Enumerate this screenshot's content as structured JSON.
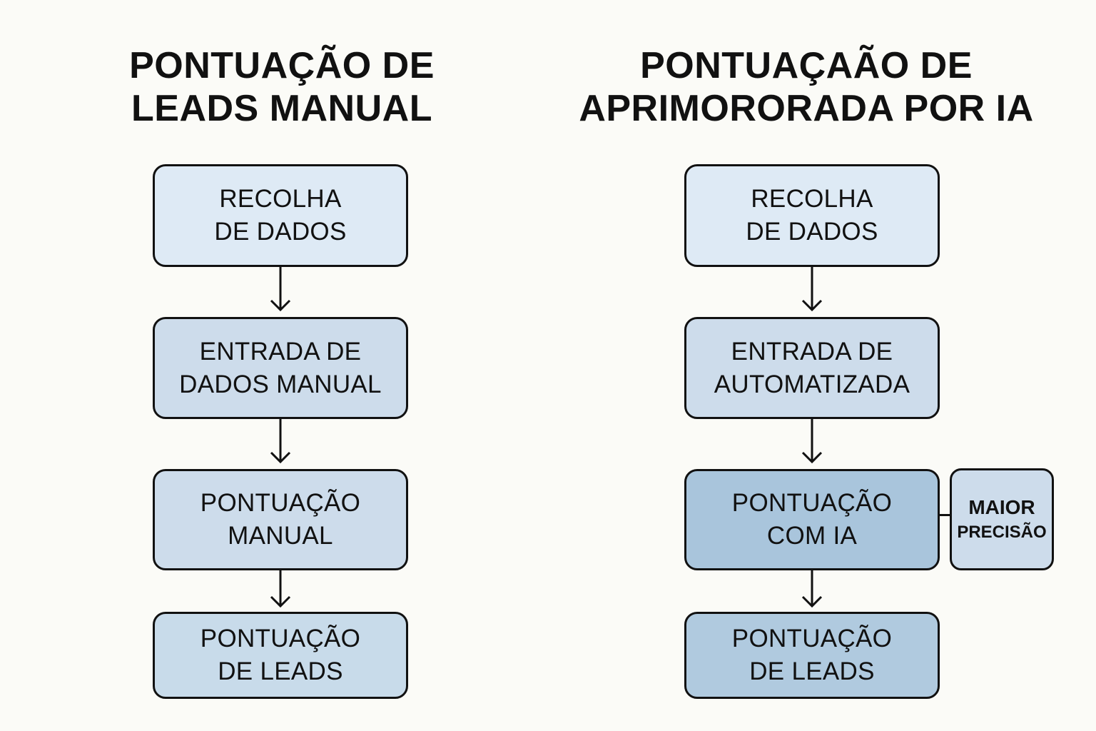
{
  "colors": {
    "background": "#fbfbf7",
    "stroke": "#111111",
    "box_light": "#deeaf5",
    "box_mid": "#cddceb",
    "box_highlight": "#a9c5dc",
    "box_result_ai": "#b0cadf",
    "box_result_manual": "#c8dbea"
  },
  "left": {
    "title": [
      "PONTUAÇÃO DE",
      "LEADS MANUAL"
    ],
    "steps": [
      {
        "lines": [
          "RECOLHA",
          "DE DADOS"
        ],
        "color": "#deeaf5"
      },
      {
        "lines": [
          "ENTRADA DE",
          "DADOS MANUAL"
        ],
        "color": "#cddceb"
      },
      {
        "lines": [
          "PONTUAÇÃO",
          "MANUAL"
        ],
        "color": "#cddceb"
      },
      {
        "lines": [
          "PONTUAÇÃO",
          "DE LEADS"
        ],
        "color": "#c8dbea"
      }
    ]
  },
  "right": {
    "title": [
      "PONTUAÇAÃO DE",
      "APRIMORORADA POR IA"
    ],
    "steps": [
      {
        "lines": [
          "RECOLHA",
          "DE DADOS"
        ],
        "color": "#deeaf5"
      },
      {
        "lines": [
          "ENTRADA DE",
          "AUTOMATIZADA"
        ],
        "color": "#cddceb"
      },
      {
        "lines": [
          "PONTUAÇÃO",
          "COM IA"
        ],
        "color": "#a9c5dc"
      },
      {
        "lines": [
          "PONTUAÇÃO",
          "DE LEADS"
        ],
        "color": "#b0cadf"
      }
    ],
    "side_note": {
      "lines": [
        "MAIOR",
        "PRECISÃO"
      ],
      "color": "#cddceb"
    }
  }
}
